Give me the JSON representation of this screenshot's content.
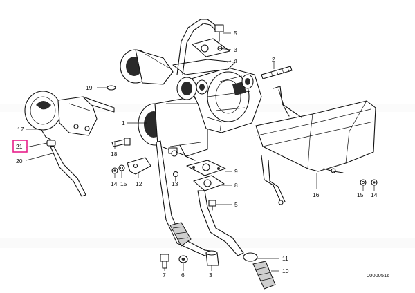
{
  "callouts": {
    "c1": "1",
    "c2": "2",
    "c3a": "3",
    "c3b": "3",
    "c4": "4",
    "c5a": "5",
    "c5b": "5",
    "c6": "6",
    "c7": "7",
    "c8": "8",
    "c9": "9",
    "c10": "10",
    "c11": "11",
    "c12": "12",
    "c13": "13",
    "c14a": "14",
    "c14b": "14",
    "c15a": "15",
    "c15b": "15",
    "c16": "16",
    "c17": "17",
    "c18": "18",
    "c19": "19",
    "c20": "20",
    "c21": "21"
  },
  "highlighted_callout": "21",
  "highlight_color": "#e8208a",
  "reference_code": "00000516"
}
